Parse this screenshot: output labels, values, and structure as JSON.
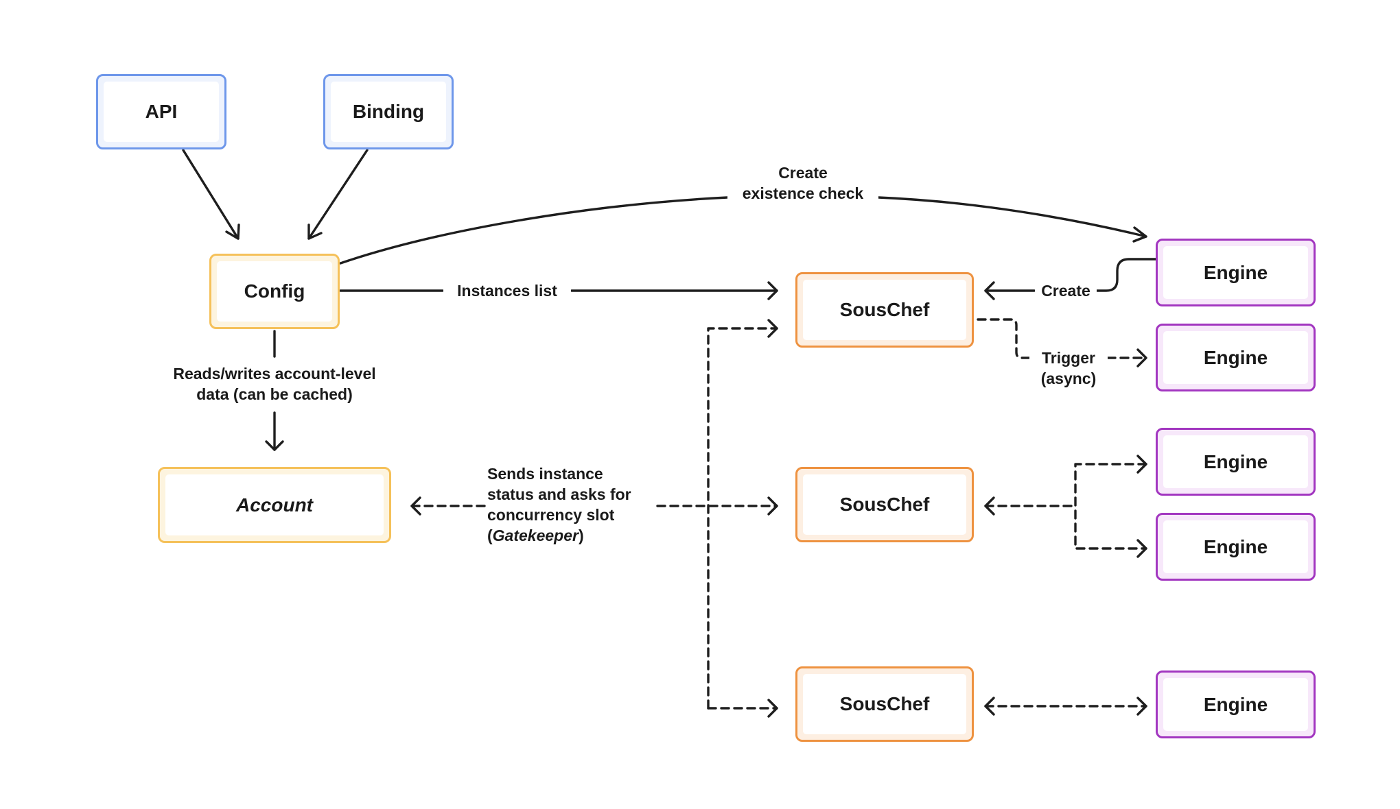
{
  "nodes": {
    "api": "API",
    "binding": "Binding",
    "config": "Config",
    "account": "Account",
    "souschef_1": "SousChef",
    "souschef_2": "SousChef",
    "souschef_3": "SousChef",
    "engine_1": "Engine",
    "engine_2": "Engine",
    "engine_3": "Engine",
    "engine_4": "Engine",
    "engine_5": "Engine"
  },
  "edges": {
    "create_existence_check": [
      "Create",
      "existence check"
    ],
    "instances_list": "Instances list",
    "reads_writes": [
      "Reads/writes account-level",
      "data (can be cached)"
    ],
    "create": "Create",
    "trigger_async": [
      "Trigger",
      "(async)"
    ],
    "gatekeeper": [
      "Sends instance",
      "status and asks for",
      "concurrency slot",
      "(",
      "Gatekeeper",
      ")"
    ]
  },
  "colors": {
    "line": "#1e1e1e",
    "blue_border": "#6e97ea",
    "yellow_border": "#f5c15a",
    "orange_border": "#ee9240",
    "purple_border": "#a236c0"
  }
}
